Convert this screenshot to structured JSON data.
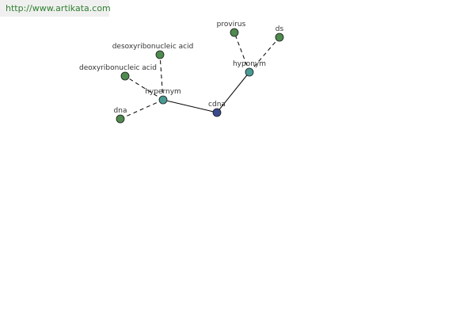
{
  "banner": {
    "url": "http://www.artikata.com"
  },
  "graph": {
    "nodes": [
      {
        "id": "cdna",
        "label": "cdna",
        "color": "#3b4a8c"
      },
      {
        "id": "hypernym",
        "label": "hypernym",
        "color": "#4a9a94"
      },
      {
        "id": "hyponym",
        "label": "hyponym",
        "color": "#4a9a94"
      },
      {
        "id": "desoxyribonucleic-acid",
        "label": "desoxyribonucleic acid",
        "color": "#4f8a4f"
      },
      {
        "id": "deoxyribonucleic-acid",
        "label": "deoxyribonucleic acid",
        "color": "#4f8a4f"
      },
      {
        "id": "dna",
        "label": "dna",
        "color": "#4f8a4f"
      },
      {
        "id": "provirus",
        "label": "provirus",
        "color": "#4f8a4f"
      },
      {
        "id": "ds",
        "label": "ds",
        "color": "#4f8a4f"
      }
    ],
    "edges": [
      {
        "from": "cdna",
        "to": "hypernym",
        "style": "solid"
      },
      {
        "from": "cdna",
        "to": "hyponym",
        "style": "solid"
      },
      {
        "from": "hypernym",
        "to": "desoxyribonucleic-acid",
        "style": "dashed"
      },
      {
        "from": "hypernym",
        "to": "deoxyribonucleic-acid",
        "style": "dashed"
      },
      {
        "from": "hypernym",
        "to": "dna",
        "style": "dashed"
      },
      {
        "from": "hyponym",
        "to": "provirus",
        "style": "dashed"
      },
      {
        "from": "hyponym",
        "to": "ds",
        "style": "dashed"
      }
    ]
  }
}
